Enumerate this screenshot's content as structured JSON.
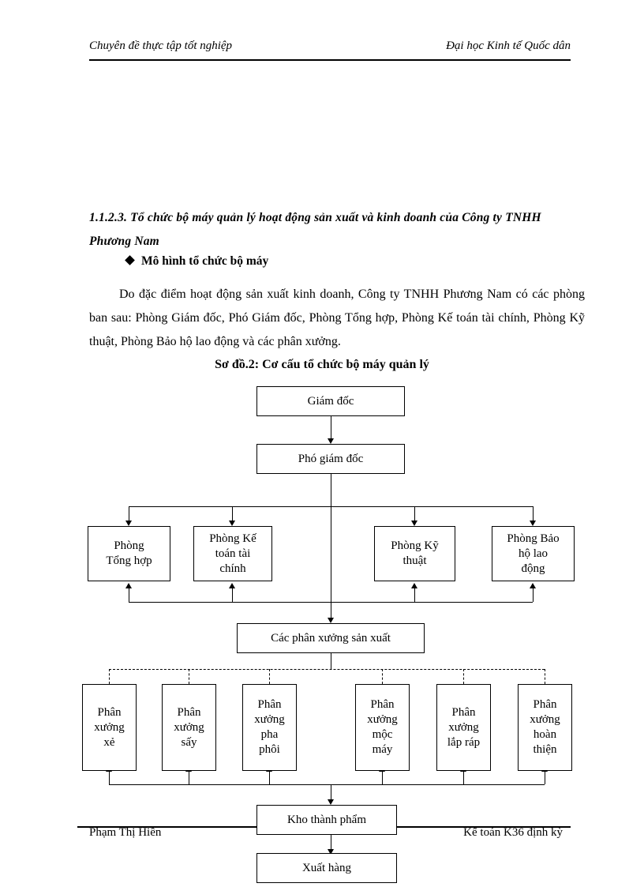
{
  "header": {
    "left": "Chuyên đề thực tập tốt nghiệp",
    "right": "Đại học Kinh tế Quốc dân"
  },
  "content": {
    "section_heading": "1.1.2.3. Tổ chức bộ máy quản lý hoạt động sản xuất và kinh doanh của Công ty TNHH Phương Nam",
    "bullet_heading": "Mô hình tổ chức bộ máy",
    "paragraph": "Do đặc điểm hoạt động sản xuất kinh doanh, Công ty TNHH Phương Nam có các phòng ban sau: Phòng Giám đốc, Phó Giám đốc, Phòng Tổng hợp, Phòng Kế toán tài chính, Phòng Kỹ thuật, Phòng Bảo hộ lao động và các phân xưởng.",
    "diagram_title": "Sơ đồ.2: Cơ cấu tổ chức bộ máy quản lý"
  },
  "chart_data": {
    "type": "diagram",
    "title": "Sơ đồ.2: Cơ cấu tổ chức bộ máy quản lý",
    "nodes": [
      {
        "id": "giam-doc",
        "label": "Giám đốc"
      },
      {
        "id": "pho-giam-doc",
        "label": "Phó giám đốc"
      },
      {
        "id": "phong-tong-hop",
        "label": "Phòng\nTổng hợp"
      },
      {
        "id": "phong-ke-toan",
        "label": "Phòng Kế\ntoán tài\nchính"
      },
      {
        "id": "phong-ky-thuat",
        "label": "Phòng Kỹ\nthuật"
      },
      {
        "id": "phong-bao-ho",
        "label": "Phòng Bảo\nhộ lao\nđộng"
      },
      {
        "id": "cac-phan-xuong",
        "label": "Các phân xưởng sản xuất"
      },
      {
        "id": "px-xe",
        "label": "Phân\nxưởng\nxẻ"
      },
      {
        "id": "px-say",
        "label": "Phân\nxưởng\nsấy"
      },
      {
        "id": "px-pha-phoi",
        "label": "Phân\nxưởng\npha\nphôi"
      },
      {
        "id": "px-moc-may",
        "label": "Phân\nxưởng\nmộc\nmáy"
      },
      {
        "id": "px-lap-rap",
        "label": "Phân\nxưởng\nlắp ráp"
      },
      {
        "id": "px-hoan-thien",
        "label": "Phân\nxưởng\nhoàn\nthiện"
      },
      {
        "id": "kho-thanh-pham",
        "label": "Kho thành phẩm"
      },
      {
        "id": "xuat-hang",
        "label": "Xuất hàng"
      }
    ]
  },
  "footer": {
    "left": "Phạm Thị Hiền",
    "right": "Kế toán K36 định kỳ"
  }
}
